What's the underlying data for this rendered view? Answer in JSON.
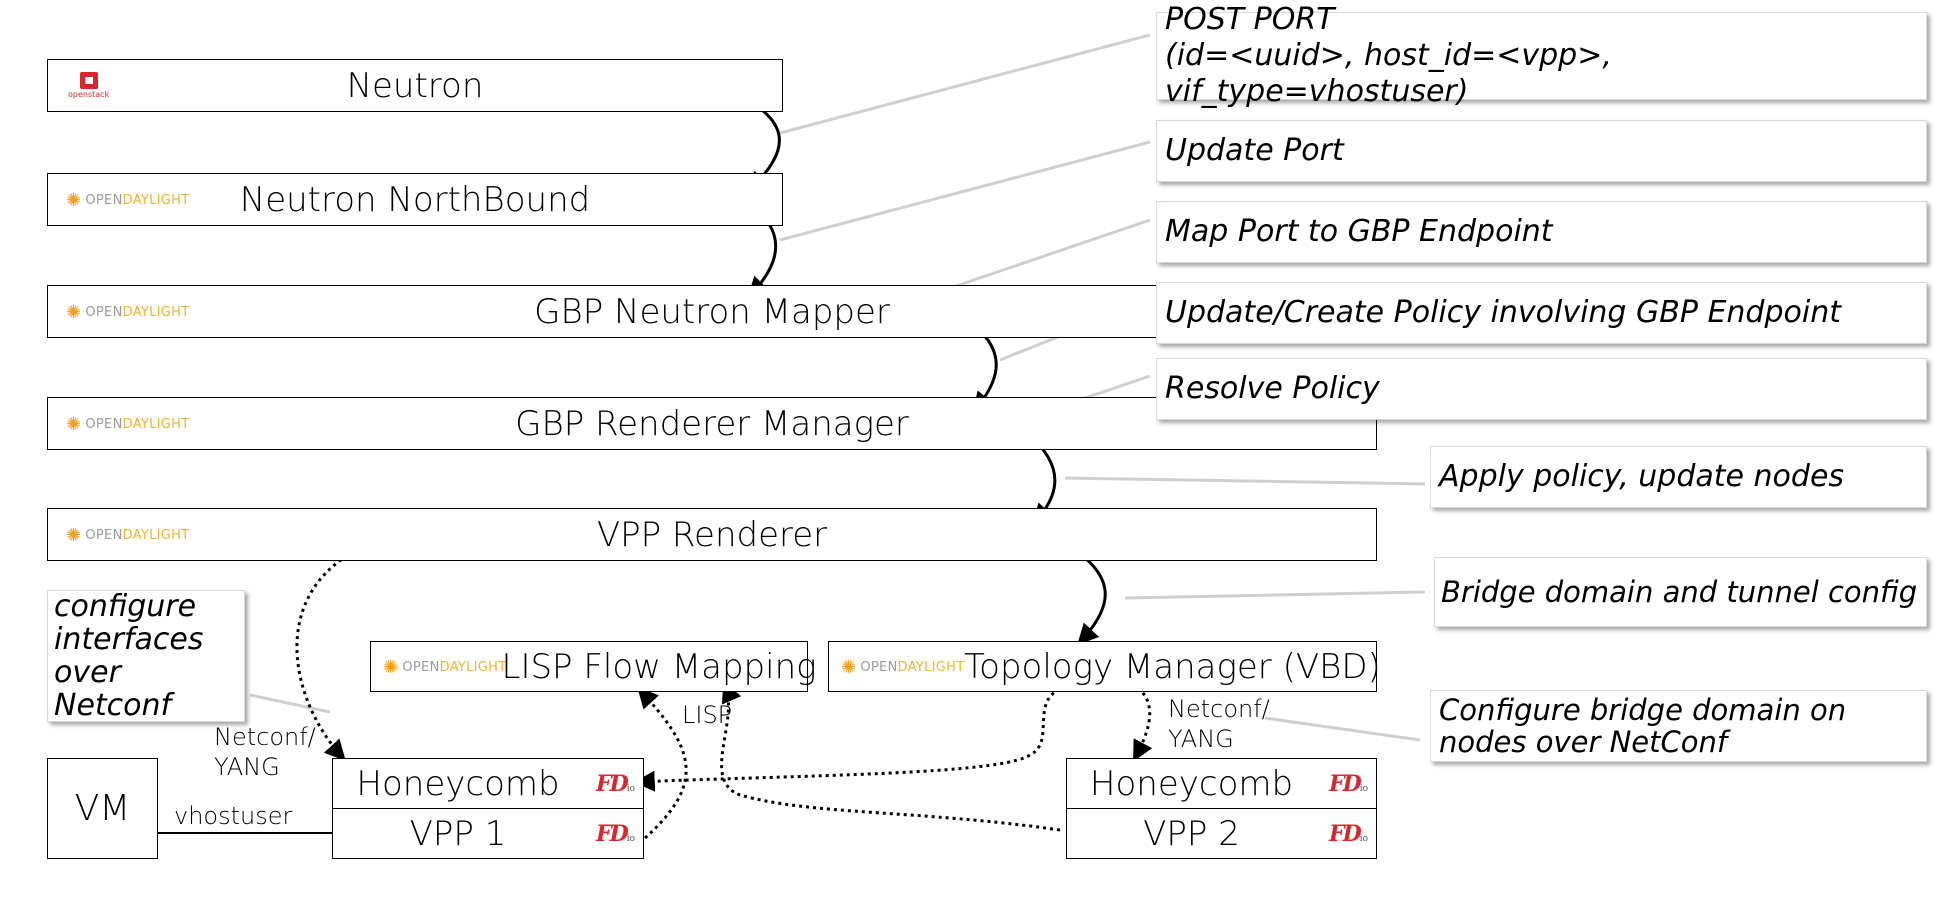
{
  "components": {
    "neutron": "Neutron",
    "neutron_nb": "Neutron NorthBound",
    "gbp_mapper": "GBP Neutron Mapper",
    "gbp_renderer_mgr": "GBP Renderer Manager",
    "vpp_renderer": "VPP Renderer",
    "lisp": "LISP Flow Mapping",
    "topology": "Topology Manager (VBD)",
    "honeycomb1": "Honeycomb",
    "vpp1": "VPP 1",
    "honeycomb2": "Honeycomb",
    "vpp2": "VPP 2",
    "vm": "VM"
  },
  "logos": {
    "openstack_text": "openstack",
    "odl_open": "OPEN",
    "odl_daylight": "DAYLIGHT",
    "fdio_text": "FD",
    "fdio_suffix": "io"
  },
  "callouts": {
    "post_port_1": "POST PORT",
    "post_port_2": "(id=<uuid>, host_id=<vpp>, vif_type=vhostuser)",
    "update_port": "Update Port",
    "map_port": "Map Port to GBP Endpoint",
    "update_policy": "Update/Create Policy involving GBP Endpoint",
    "resolve_policy": "Resolve Policy",
    "apply_policy": "Apply policy, update nodes",
    "bridge_tunnel": "Bridge domain and tunnel config",
    "configure_bridge_1": "Configure bridge domain on",
    "configure_bridge_2": "nodes over NetConf",
    "configure_if_1": "configure",
    "configure_if_2": "interfaces",
    "configure_if_3": "over",
    "configure_if_4": "Netconf"
  },
  "labels": {
    "netconf_left_1": "Netconf/",
    "netconf_left_2": "YANG",
    "netconf_right_1": "Netconf/",
    "netconf_right_2": "YANG",
    "lisp": "LISP",
    "vhostuser": "vhostuser"
  },
  "colors": {
    "odl_orange": "#f4a020",
    "openstack_red": "#d8262c",
    "fdio_red": "#d8262c",
    "connector_gray": "#cfcfcf"
  }
}
